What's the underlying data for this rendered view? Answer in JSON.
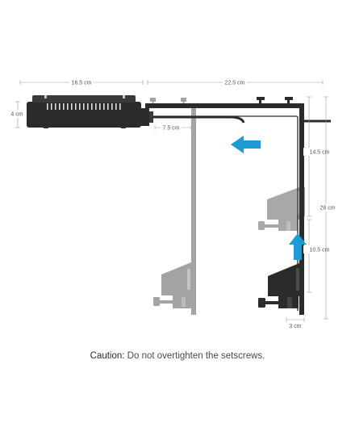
{
  "dimensions": {
    "light_length": "16.5 cm",
    "arm_length": "22.5 cm",
    "light_height": "4 cm",
    "offset": "7.5 cm",
    "upper_span": "14.5 cm",
    "total_height": "28 cm",
    "lower_span": "10.5 cm",
    "clamp_width": "3 cm"
  },
  "caption": {
    "label": "Caution:",
    "text": " Do not overtighten the setscrews."
  },
  "colors": {
    "dark_metal": "#2b2b2b",
    "grey_metal": "#a3a3a3",
    "arrow_blue": "#1d9bd7",
    "dimension_line": "#9a9a9a"
  },
  "icons": {
    "move_left": "arrow-left-icon",
    "move_up": "arrow-up-icon"
  }
}
